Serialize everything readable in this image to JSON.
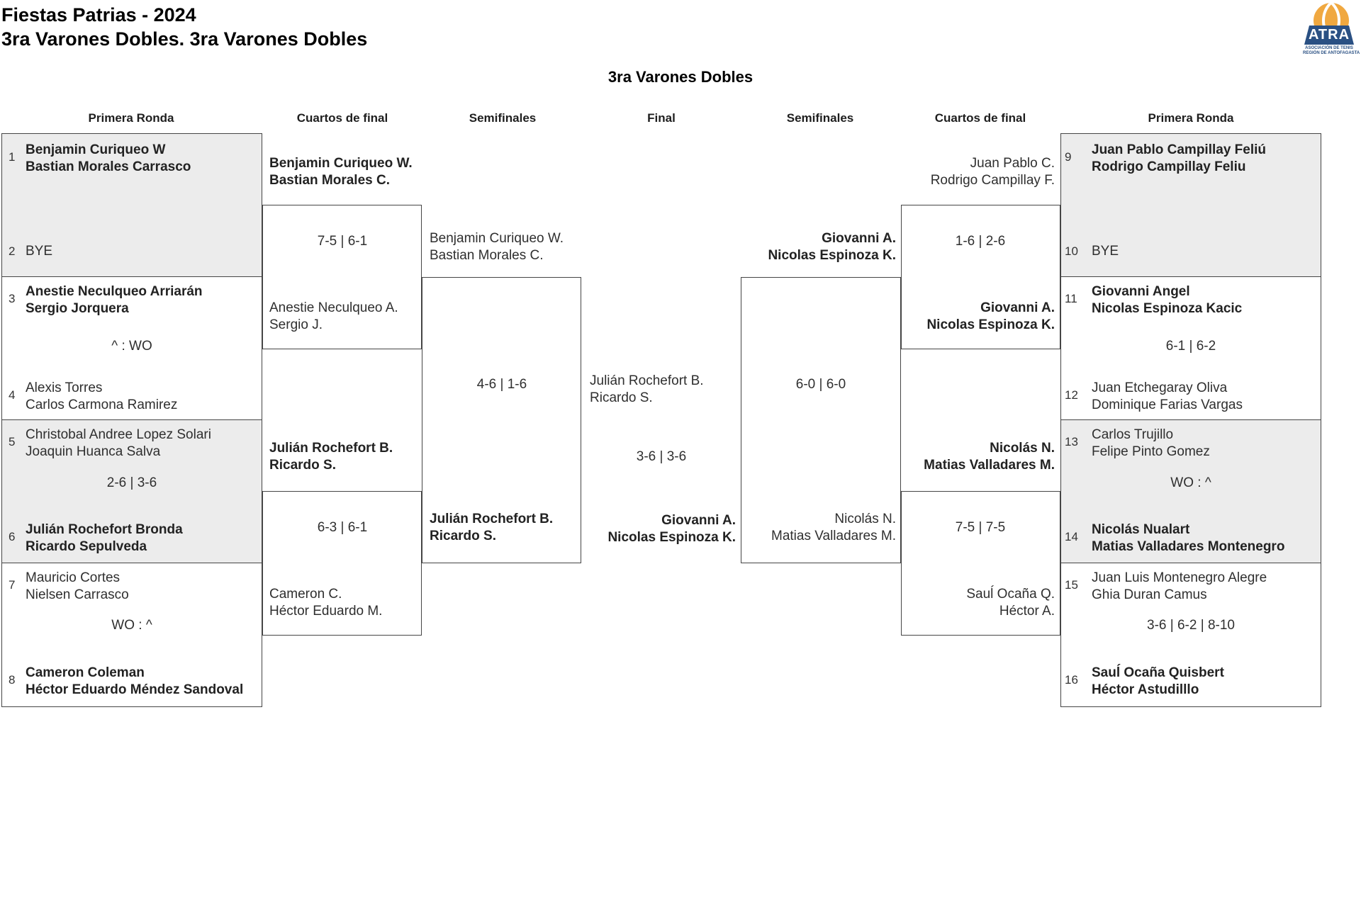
{
  "header": {
    "title_line1": "Fiestas Patrias - 2024",
    "title_line2": "3ra Varones Dobles. 3ra Varones Dobles"
  },
  "logo": {
    "acronym": "ATRA",
    "subtitle_line1": "ASOCIACIÓN DE TENIS",
    "subtitle_line2": "REGIÓN DE ANTOFAGASTA",
    "ball_color": "#F0A840",
    "navy_color": "#2A5083"
  },
  "bracket_title": "3ra Varones Dobles",
  "round_headers": [
    "Primera Ronda",
    "Cuartos de final",
    "Semifinales",
    "Final",
    "Semifinales",
    "Cuartos de final",
    "Primera Ronda"
  ],
  "first_round_left": {
    "m1": {
      "seed_top": "1",
      "top1": "Benjamin Curiqueo W",
      "top2": "Bastian Morales Carrasco",
      "score": "",
      "seed_bottom": "2",
      "bottom1": "BYE",
      "bottom2": ""
    },
    "m2": {
      "seed_top": "3",
      "top1": "Anestie Neculqueo Arriarán",
      "top2": "Sergio Jorquera",
      "score": "^ : WO",
      "seed_bottom": "4",
      "bottom1": "Alexis Torres",
      "bottom2": "Carlos Carmona Ramirez"
    },
    "m3": {
      "seed_top": "5",
      "top1": "Christobal Andree Lopez Solari",
      "top2": "Joaquin Huanca Salva",
      "score": "2-6 | 3-6",
      "seed_bottom": "6",
      "bottom1": "Julián Rochefort Bronda",
      "bottom2": "Ricardo Sepulveda"
    },
    "m4": {
      "seed_top": "7",
      "top1": "Mauricio Cortes",
      "top2": "Nielsen Carrasco",
      "score": "WO : ^",
      "seed_bottom": "8",
      "bottom1": "Cameron Coleman",
      "bottom2": "Héctor Eduardo Méndez Sandoval"
    }
  },
  "first_round_right": {
    "m1": {
      "seed_top": "9",
      "top1": "Juan Pablo Campillay Feliú",
      "top2": "Rodrigo Campillay Feliu",
      "score": "",
      "seed_bottom": "10",
      "bottom1": "BYE",
      "bottom2": ""
    },
    "m2": {
      "seed_top": "11",
      "top1": "Giovanni Angel",
      "top2": "Nicolas Espinoza Kacic",
      "score": "6-1 | 6-2",
      "seed_bottom": "12",
      "bottom1": "Juan Etchegaray Oliva",
      "bottom2": "Dominique Farias Vargas"
    },
    "m3": {
      "seed_top": "13",
      "top1": "Carlos Trujillo",
      "top2": "Felipe Pinto Gomez",
      "score": "WO : ^",
      "seed_bottom": "14",
      "bottom1": "Nicolás Nualart",
      "bottom2": "Matias Valladares Montenegro"
    },
    "m4": {
      "seed_top": "15",
      "top1": "Juan Luis Montenegro Alegre",
      "top2": "Ghia Duran Camus",
      "score": "3-6 | 6-2 | 8-10",
      "seed_bottom": "16",
      "bottom1": "Sauĺ Ocaña Quisbert",
      "bottom2": "Héctor Astudilllo"
    }
  },
  "quarterfinals_left": {
    "m1": {
      "top1": "Benjamin Curiqueo W.",
      "top2": "Bastian Morales C.",
      "score": "7-5 | 6-1",
      "bottom1": "Anestie Neculqueo A.",
      "bottom2": "Sergio J."
    },
    "m2": {
      "top1": "Julián Rochefort B.",
      "top2": "Ricardo S.",
      "score": "6-3 | 6-1",
      "bottom1": "Cameron C.",
      "bottom2": "Héctor Eduardo M."
    }
  },
  "quarterfinals_right": {
    "m1": {
      "top1": "Juan Pablo C.",
      "top2": "Rodrigo Campillay F.",
      "score": "1-6 | 2-6",
      "bottom1": "Giovanni A.",
      "bottom2": "Nicolas Espinoza K."
    },
    "m2": {
      "top1": "Nicolás N.",
      "top2": "Matias Valladares M.",
      "score": "7-5 | 7-5",
      "bottom1": "Sauĺ Ocaña Q.",
      "bottom2": "Héctor A."
    }
  },
  "semifinal_left": {
    "top1": "Benjamin Curiqueo W.",
    "top2": "Bastian Morales C.",
    "score": "4-6 | 1-6",
    "bottom1": "Julián Rochefort B.",
    "bottom2": "Ricardo S."
  },
  "semifinal_right": {
    "top1": "Giovanni A.",
    "top2": "Nicolas Espinoza K.",
    "score": "6-0 | 6-0",
    "bottom1": "Nicolás N.",
    "bottom2": "Matias Valladares M."
  },
  "final": {
    "left1": "Julián Rochefort B.",
    "left2": "Ricardo S.",
    "score": "3-6 | 3-6",
    "right1": "Giovanni A.",
    "right2": "Nicolas Espinoza K."
  }
}
